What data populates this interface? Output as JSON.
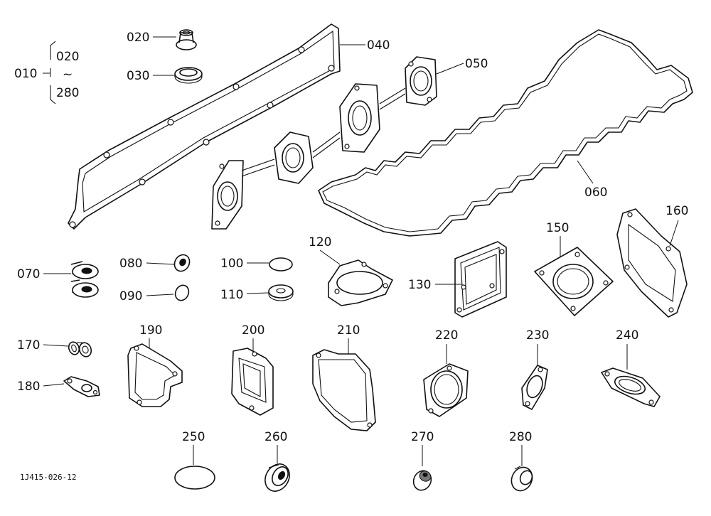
{
  "labels": {
    "p010": "010",
    "p010_from": "020",
    "p010_tilde": "~",
    "p010_to": "280",
    "p020": "020",
    "p030": "030",
    "p040": "040",
    "p050": "050",
    "p060": "060",
    "p070": "070",
    "p080": "080",
    "p090": "090",
    "p100": "100",
    "p110": "110",
    "p120": "120",
    "p130": "130",
    "p150": "150",
    "p160": "160",
    "p170": "170",
    "p180": "180",
    "p190": "190",
    "p200": "200",
    "p210": "210",
    "p220": "220",
    "p230": "230",
    "p240": "240",
    "p250": "250",
    "p260": "260",
    "p270": "270",
    "p280": "280"
  },
  "drawing_code": "1J415-026-12"
}
